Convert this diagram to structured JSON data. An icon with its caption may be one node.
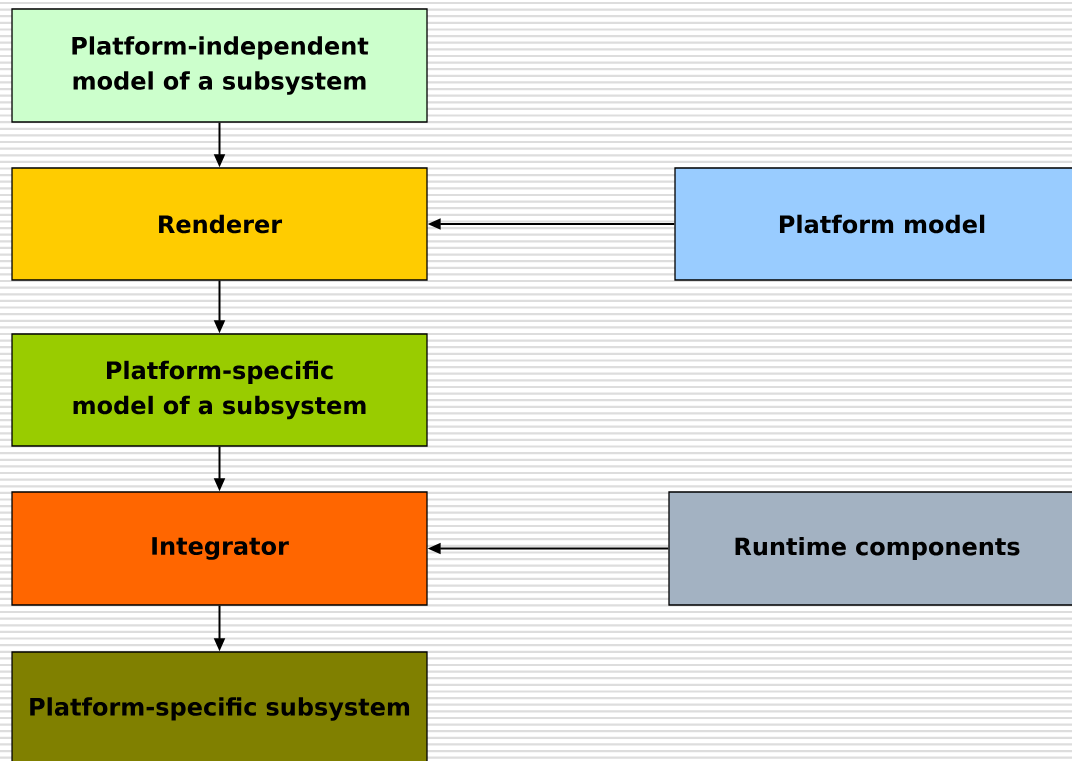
{
  "diagram": {
    "nodes": [
      {
        "text": [
          "Platform-independent model of a subsystem"
        ]
      },
      {
        "text": [
          "Renderer"
        ]
      },
      {
        "text": [
          "Platform model"
        ]
      },
      {
        "text": [
          "Platform-specific model of a subsystem"
        ]
      },
      {
        "text": [
          "Integrator"
        ]
      },
      {
        "text": [
          "Runtime components"
        ]
      },
      {
        "text": [
          "Platform-specific subsystem"
        ]
      }
    ],
    "edges": [
      {
        "from": 0,
        "to": 1,
        "arrow": "to"
      },
      {
        "from": 2,
        "to": 1,
        "arrow": "to"
      },
      {
        "from": 1,
        "to": 3,
        "arrow": "to"
      },
      {
        "from": 3,
        "to": 4,
        "arrow": "to"
      },
      {
        "from": 5,
        "to": 4,
        "arrow": "to"
      },
      {
        "from": 4,
        "to": 6,
        "arrow": "to"
      }
    ]
  }
}
